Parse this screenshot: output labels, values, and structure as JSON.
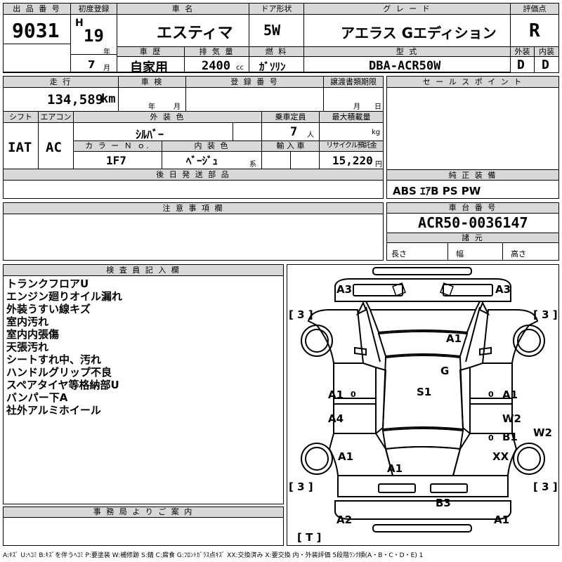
{
  "header": {
    "lot_no_label": "出 品 番 号",
    "lot_no": "9031",
    "first_reg_label": "初度登録",
    "era": "H",
    "year": "19",
    "year_unit": "年",
    "month": "7",
    "month_unit": "月",
    "car_name_label": "車 名",
    "car_name": "エスティマ",
    "door_label": "ドア形状",
    "door": "5W",
    "grade_label": "グ レ ー ド",
    "grade": "アエラス Gエディション",
    "score_label": "評価点",
    "score": "R",
    "history_label": "車 歴",
    "history": "自家用",
    "displacement_label": "排 気 量",
    "displacement": "2400",
    "displacement_unit": "cc",
    "fuel_label": "燃 料",
    "fuel": "ｶﾞｿﾘﾝ",
    "model_label": "型 式",
    "model": "DBA-ACR50W",
    "exterior_label": "外装",
    "exterior": "D",
    "interior_label": "内装",
    "interior": "D"
  },
  "mid": {
    "mileage_label": "走 行",
    "mileage": "134,589",
    "mileage_unit": "km",
    "inspection_label": "車 検",
    "insp_year": "年",
    "insp_month": "月",
    "reg_no_label": "登 録 番 号",
    "transfer_label": "譲渡書類期限",
    "transfer_month": "月",
    "transfer_day": "日",
    "shift_label": "シフト",
    "shift": "IAT",
    "ac_label": "エアコン",
    "ac": "AC",
    "ext_color_label": "外 装 色",
    "ext_color": "ｼﾙﾊﾞｰ",
    "capacity_label": "乗車定員",
    "capacity": "7",
    "capacity_unit": "人",
    "max_load_label": "最大積載量",
    "max_load_unit": "kg",
    "color_no_label": "カ ラ ー Ｎ ｏ.",
    "color_no": "1F7",
    "int_color_label": "内 装 色",
    "int_color": "ﾍﾞｰｼﾞｭ",
    "int_color_unit": "系",
    "import_label": "輸 入 車",
    "recycle_label": "リサイクル預託金",
    "recycle": "15,220",
    "recycle_unit": "円",
    "later_parts_label": "後 日 発 送 部 品"
  },
  "right": {
    "sales_point_label": "セ ー ル ス ポ イ ン ト",
    "equipment_label": "純 正 装 備",
    "equipment": "ABS ｴｱB PS PW",
    "chassis_label": "車 台 番 号",
    "chassis": "ACR50-0036147",
    "dims_label": "諸 元",
    "length": "長さ",
    "width": "幅",
    "height": "高さ"
  },
  "notes_label": "注 意 事 項 欄",
  "inspector": {
    "label": "検 査 員 記 入 欄",
    "lines": [
      "トランクフロアU",
      "エンジン廻りオイル漏れ",
      "外装うすい線キズ",
      "室内汚れ",
      "室内内張傷",
      "天張汚れ",
      "シートすれ中、汚れ",
      "ハンドルグリップ不良",
      "スペアタイヤ等格納部U",
      "バンパー下A",
      "社外アルミホイール"
    ]
  },
  "office_label": "事 務 局 よ り ご 案 内",
  "diagram": {
    "marks": {
      "front_left": "A3",
      "front_right": "A3",
      "tire_fl": "[ 3 ]",
      "tire_fr": "[ 3 ]",
      "hood": "A1",
      "windshield": "G",
      "roof": "S1",
      "front_door_left": "A1",
      "front_door_right": "A1",
      "rear_door_left": "A4",
      "rear_door_right_1": "W2",
      "rear_door_right_2": "B1",
      "side_right": "W2",
      "quarter_left": "A1",
      "quarter_right": "XX",
      "rear_roof": "A1",
      "tire_rl": "[ 3 ]",
      "tire_rr": "[ 3 ]",
      "tailgate": "B3",
      "rear_left": "A2",
      "rear_right": "A1",
      "spare": "[ T ]",
      "door_mark_left_1": "0",
      "door_mark_right_1": "0",
      "door_mark_right_2": "0"
    }
  },
  "legend": "A:ｷｽﾞ U:ﾍｺﾐ B:ｷｽﾞを伴うﾍｺﾐ P:要塗装 W:補修跡 S:錆 C:腐食 G:ﾌﾛﾝﾄｶﾞﾗｽ点ｷｽﾞ XX:交換済み X:要交換  内・外装評価  5段階ﾗﾝｸ順(A・B・C・D・E) 1"
}
